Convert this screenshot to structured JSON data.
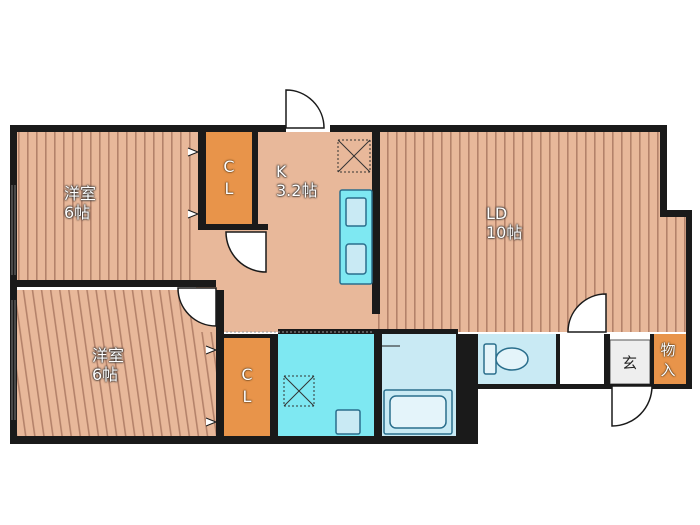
{
  "rooms": {
    "western_room_1": {
      "name": "洋室",
      "size": "6帖"
    },
    "western_room_2": {
      "name": "洋室",
      "size": "6帖"
    },
    "kitchen": {
      "name": "K",
      "size": "3.2帖"
    },
    "living_dining": {
      "name": "LD",
      "size": "10帖"
    },
    "closet_1": {
      "letters": [
        "C",
        "L"
      ]
    },
    "closet_2": {
      "letters": [
        "C",
        "L"
      ]
    },
    "entrance": {
      "name": "玄"
    },
    "storage": {
      "letters": [
        "物",
        "入"
      ]
    }
  },
  "colors": {
    "wall": "#1a1a1a",
    "floor_wood": "#e8b89a",
    "floor_stripe": "#b4826a",
    "closet": "#e8944a",
    "wet_area": "#7ee8f2",
    "bath_fixture": "#c9eaf4",
    "fixture_stroke": "#2a6e8c"
  }
}
